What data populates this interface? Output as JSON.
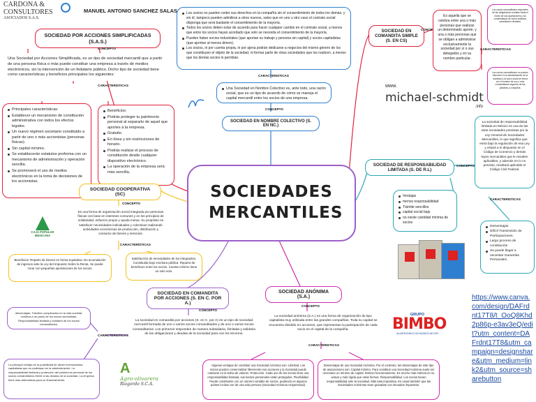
{
  "header": {
    "logo_name": "CARDONA & CONSULTORES",
    "logo_sub": "ASOCIADOS S.A.S.",
    "author": "MANUEL ANTONIO SANCHEZ SALAS"
  },
  "central": {
    "title": "SOCIEDADES MERCANTILES"
  },
  "labels": {
    "concepto": "CONCEPTO",
    "caracteristicas": "CARACTERISTICAS"
  },
  "sas": {
    "title": "SOCIEDAD POR ACCIONES SIMPLIFICADAS (S.A.S.)",
    "concept": "Una Sociedad por Acciones Simplificada, es un tipo de sociedad mercantil que a partir de una persona física o más puede constituir una empresa a través de medios electrónicos, sin la intervención de un fedatario público. Dicho tipo de sociedad tiene como características y beneficios principales los siguientes:",
    "char_left": [
      "Principales características:",
      "Establecer un mecanismo de constitución administrativa con todos los efectos legales.",
      "Un nuevo régimen societario constituido a partir de uno o más accionistas (personas físicas).",
      "Sin capital mínimo.",
      "Se establecerán estatutos proforma con un mecanismo de administración y operación sencilla.",
      "Se promoverá el uso de medios electrónicos en la toma de decisiones de los accionistas."
    ],
    "char_right": [
      "Beneficios:",
      "Podrás proteger tu patrimonio personal al separarlo de aquel que aportes a la empresa.",
      "Gratuito.",
      "En línea y sin restricciones de horario.",
      "Podrás realizar el proceso de constitución desde cualquier dispositivo electrónico.",
      "La operación de la empresa será más sencilla."
    ]
  },
  "top_center": {
    "items": [
      "Los socios no pueden ceder sus derechos en la compañía sin el consentimiento de todos los demás, y sin él, tampoco pueden admitirse a otros nuevos, salvo que en uno u otro caso el contrato social disponga que será bastante el consentimiento de la mayoría.",
      "Todos los socios deben estar de acuerdo para hacer cualquier cambio en el contrato social, a menos que entre los socios hayan acordado que solo se necesita el consentimiento de la mayoría.",
      "Pueden haber socios industriales (que aportan su trabajo y persona sin capital) y socios capitalistas (que aportan al menos dinero).",
      "Los socios, ni por cuenta propia, ni por ajena podrán dedicarse a negocios del mismo género de los que constituyen el objeto de la sociedad, ni formar parte de otras sociedades que los realicen, a menos que los demás socios lo permitan."
    ]
  },
  "snc": {
    "title": "SOCIEDAD EN NOMBRE COLECTIVO (S. EN NC.)",
    "concept": "Una Sociedad en Nombre Colectivo es, ante todo, una razón social, que es un tipo de acuerdo de cómo se maneja el capital mercantil entre los socios de una empresa."
  },
  "scs": {
    "title": "SOCIEDAD EN COMANDITA SIMPLE (S. EN CS)",
    "concept": "Es aquella que se celebra entre una o más personas que realizan un determinado aporte, y una o más personas que se obligan a administrar exclusivamente la sociedad por sí o sus delegados y en su nombre particular.",
    "char_top": "Los socios comanditarios responden de las obligaciones sociales hasta el monto de sus aportaciones y los comanditados de forma solidaria, subsidiaria e ilimitada.",
    "char_bottom": "Los socios comanditarios no pueden intervenir en la administración de la sociedad y la razón social se forma con el nombre de uno o más comanditados seguidos de las palabras y compañía."
  },
  "watermark": {
    "site": "www.",
    "brand": "michael-schmidt",
    "ext": ".info"
  },
  "srl": {
    "title": "SOCIEDAD DE RESPONSABILIDAD LIMITADA (S. DE R.L)",
    "concept": "La sociedad de responsabilidad limitada en México es una de las siete sociedades previstas por la Ley General de Sociedades Mercantiles, lo que significa que entra bajo la regulación de esa Ley y estará a lo dispuesto en el Código de Comercio y demás leyes mercantiles que le resulten aplicables, y además en lo no previsto, resultará aplicable el Código Civil Federal.",
    "ventajas": [
      "Ventajas",
      "menos responsabilidad",
      "Trámite sencillos",
      "capital social bajo",
      "no existe cantidad mínima de socios"
    ],
    "desventajas": [
      "Desventajas",
      "Difícil Transmisión de Participaciones.",
      "Largo proceso de constitución",
      "Se puede llegar a necesitar Garantías Personales."
    ]
  },
  "sc": {
    "title": "SOCIEDAD COOPERATIVA (SC)",
    "concept": "Es una forma de organización social integrada por personas físicas con base en intereses comunes y en los principios de solidaridad, esfuerzo propio y ayuda mutua. Su propósito es satisfacer necesidades individuales y colectivas realizando actividades económicas de producción, distribución y consumo de bienes y servicios.",
    "logo_text": "CAJA POPULAR MEXICANA",
    "char_left": "Beneficios: Reparto de bienes en forma equitativa. No acumulación de ingresos ante la Ley del Impuesto Sobre la Renta. Se puede crear con pequeñas aportaciones de los socios.",
    "char_right": "Satisfacción de necesidades de los integrantes. Constituida bajo escritura pública. Reparto de beneficios entre los socios. Cuenta mínimo tiene un solo voto."
  },
  "sca": {
    "title": "SOCIEDAD EN COMANDITA POR ACCIONES (S. EN C. POR A.)",
    "concept": "La sociedad en comandita por acciones (S. en C. por A) es un tipo de sociedad mercantil formada de uno o varios socios comanditados y de uno o varios socios comanditarios. Los primeros responden de manera subsidiaria, ilimitada y solidaria de las obligaciones y deudas de la sociedad para con los terceros.",
    "char_top_left": "desventajas: Trámites complicados en la vida societal, conlleva a un pacto de los socios accionistas. Responsabilidad limitada y solidaria de los socios comanditados.",
    "char_bottom_left": "La principal ventaja es la posibilidad de atraer inversionistas capitalistas que no participan en la administración. La responsabilidad limitada y protección del patrimonio personal de los socios comanditarios frente a las deudas de la sociedad. La empresa tiene más alternativas para su financiamiento.",
    "logo_name": "Agro-olivarera",
    "logo_sub": "Riogordo S.C.A."
  },
  "sa": {
    "title": "SOCIEDAD ANÓNIMA (S.A.)",
    "concept": "La sociedad anónima (S.A.) es una forma de organización de tipo capitalista muy utilizada entre las grandes compañías. Toda su capital se encuentra dividido en acciones, que representan la participación de cada socio en el capital de la compañía.",
    "logo_top": "GRUPO",
    "logo_name": "BIMBO",
    "logo_tag": "ALIMENTANDO UN MUNDO MEJOR",
    "char_left": "Algunas ventajas de constituir una Sociedad Anónima son: Libertad. Los socios pueden comercializar libremente sus acciones y la Sociedad puede cotizarse en la bolsa de valores. Protección. Cada uno de los socios tiene una responsabilidad limitada, sus bienes personales están protegidos. Flexibilidad. Puede constituirse con un número variable de socios, pudiendo en algunos países incluso ser de una sola persona (Sociedad Anónima Unipersonal).",
    "char_right": "Desventajas de una Sociedad Anónima. Por el contrario, las desventajas de este tipo de asociaciones son: Capital mínimo. Para constituir una Sociedad Anónima suele ser necesario un mínimo de capital. Estricto funcionamiento. Es mucho más estricta en su actuar y más rígida que otras formas. Responsabilidad. Los socios tienen responsabilidad ante la sociedad. Más tasa impositiva. Es usual también que las Sociedades Anónimas sean gravadas con elevados impuestos."
  },
  "link": {
    "url": "https://www.canva.com/design/DAFrdnt17T8/t_OoQ8Khd2p86p-e3av3eQ/edit?utm_content=DAFrdnt17T8&utm_campaign=designshare&utm_medium=link2&utm_source=sharebutton"
  },
  "colors": {
    "purple": "#9a5fc9",
    "red": "#e0203a",
    "blue": "#2f7fd1",
    "yellow": "#f2c21a",
    "magenta": "#d02aa8",
    "teal": "#2aa6b5"
  }
}
